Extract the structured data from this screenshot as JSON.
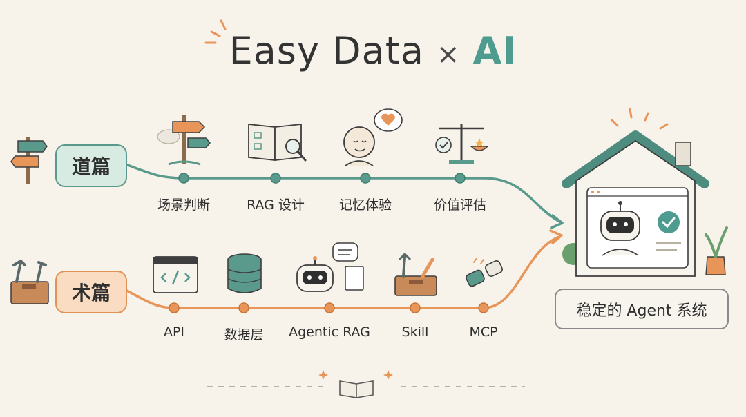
{
  "title": {
    "main": "Easy Data",
    "times": "×",
    "accent": "AI"
  },
  "tracks": {
    "dao": {
      "tag": "道篇",
      "steps": [
        "场景判断",
        "RAG 设计",
        "记忆体验",
        "价值评估"
      ]
    },
    "shu": {
      "tag": "术篇",
      "steps": [
        "API",
        "数据层",
        "Agentic RAG",
        "Skill",
        "MCP"
      ]
    }
  },
  "destination": {
    "label": "稳定的 Agent 系统"
  },
  "colors": {
    "background": "#f8f3ea",
    "teal": "#5a9a8c",
    "orange": "#e8955a",
    "ink": "#2f2f2f"
  },
  "icons": {
    "dao_tag": "signpost-icon",
    "shu_tag": "toolbox-icon",
    "dao_steps": [
      "signpost-icon",
      "open-book-magnifier-icon",
      "person-heart-icon",
      "balance-scale-icon"
    ],
    "shu_steps": [
      "code-window-icon",
      "database-icon",
      "robot-chat-icon",
      "toolbox-icon",
      "plug-icon"
    ],
    "destination": "house-robot-icon",
    "footer": "open-book-icon"
  }
}
